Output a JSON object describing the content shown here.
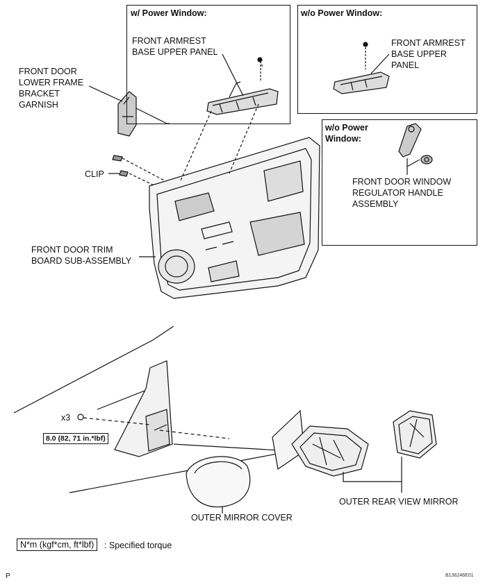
{
  "callouts": {
    "w_power_window": {
      "title": "w/ Power Window:",
      "label": "FRONT ARMREST\nBASE UPPER PANEL"
    },
    "wo_power_window_armrest": {
      "title": "w/o Power Window:",
      "label": "FRONT ARMREST\nBASE UPPER\nPANEL"
    },
    "wo_power_window_handle": {
      "title": "w/o Power\nWindow:",
      "label": "FRONT DOOR WINDOW\nREGULATOR HANDLE\nASSEMBLY"
    }
  },
  "labels": {
    "garnish": "FRONT DOOR\nLOWER FRAME\nBRACKET\nGARNISH",
    "clip": "CLIP",
    "trim_board": "FRONT DOOR TRIM\nBOARD SUB-ASSEMBLY",
    "quantity": "x3",
    "torque": "8.0 (82, 71 in.*lbf)",
    "mirror_cover": "OUTER MIRROR COVER",
    "rear_view_mirror": "OUTER REAR VIEW MIRROR"
  },
  "legend": {
    "unit": "N*m (kgf*cm, ft*lbf)",
    "text": ": Specified torque"
  },
  "footer": {
    "left_mark": "P",
    "figure_code": "B136246E01"
  }
}
